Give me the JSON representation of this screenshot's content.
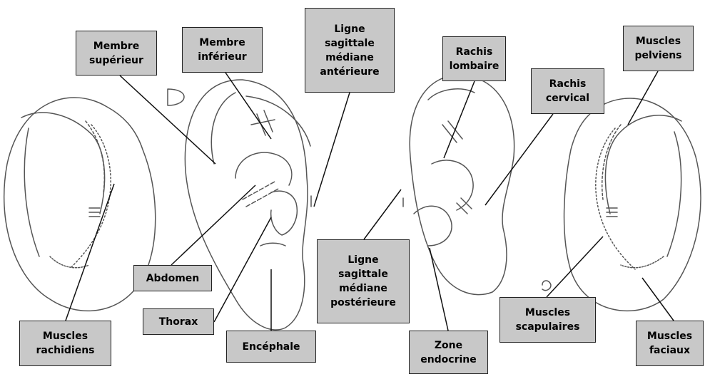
{
  "labels": {
    "membre_superieur": "Membre\nsupérieur",
    "membre_inferieur": "Membre\ninférieur",
    "ligne_anterieure": "Ligne\nsagittale\nmédiane\nantérieure",
    "rachis_lombaire": "Rachis\nlombaire",
    "rachis_cervical": "Rachis\ncervical",
    "muscles_pelviens": "Muscles\npelviens",
    "abdomen": "Abdomen",
    "thorax": "Thorax",
    "encephale": "Encéphale",
    "ligne_posterieure": "Ligne\nsagittale\nmédiane\npostérieure",
    "zone_endocrine": "Zone\nendocrine",
    "muscles_scapulaires": "Muscles\nscapulaires",
    "muscles_rachidiens": "Muscles\nrachidiens",
    "muscles_faciaux": "Muscles\nfaciaux"
  },
  "colors": {
    "label_fill": "#c8c8c8",
    "label_border": "#222222",
    "line": "#111111",
    "ear_outline": "#555555"
  }
}
